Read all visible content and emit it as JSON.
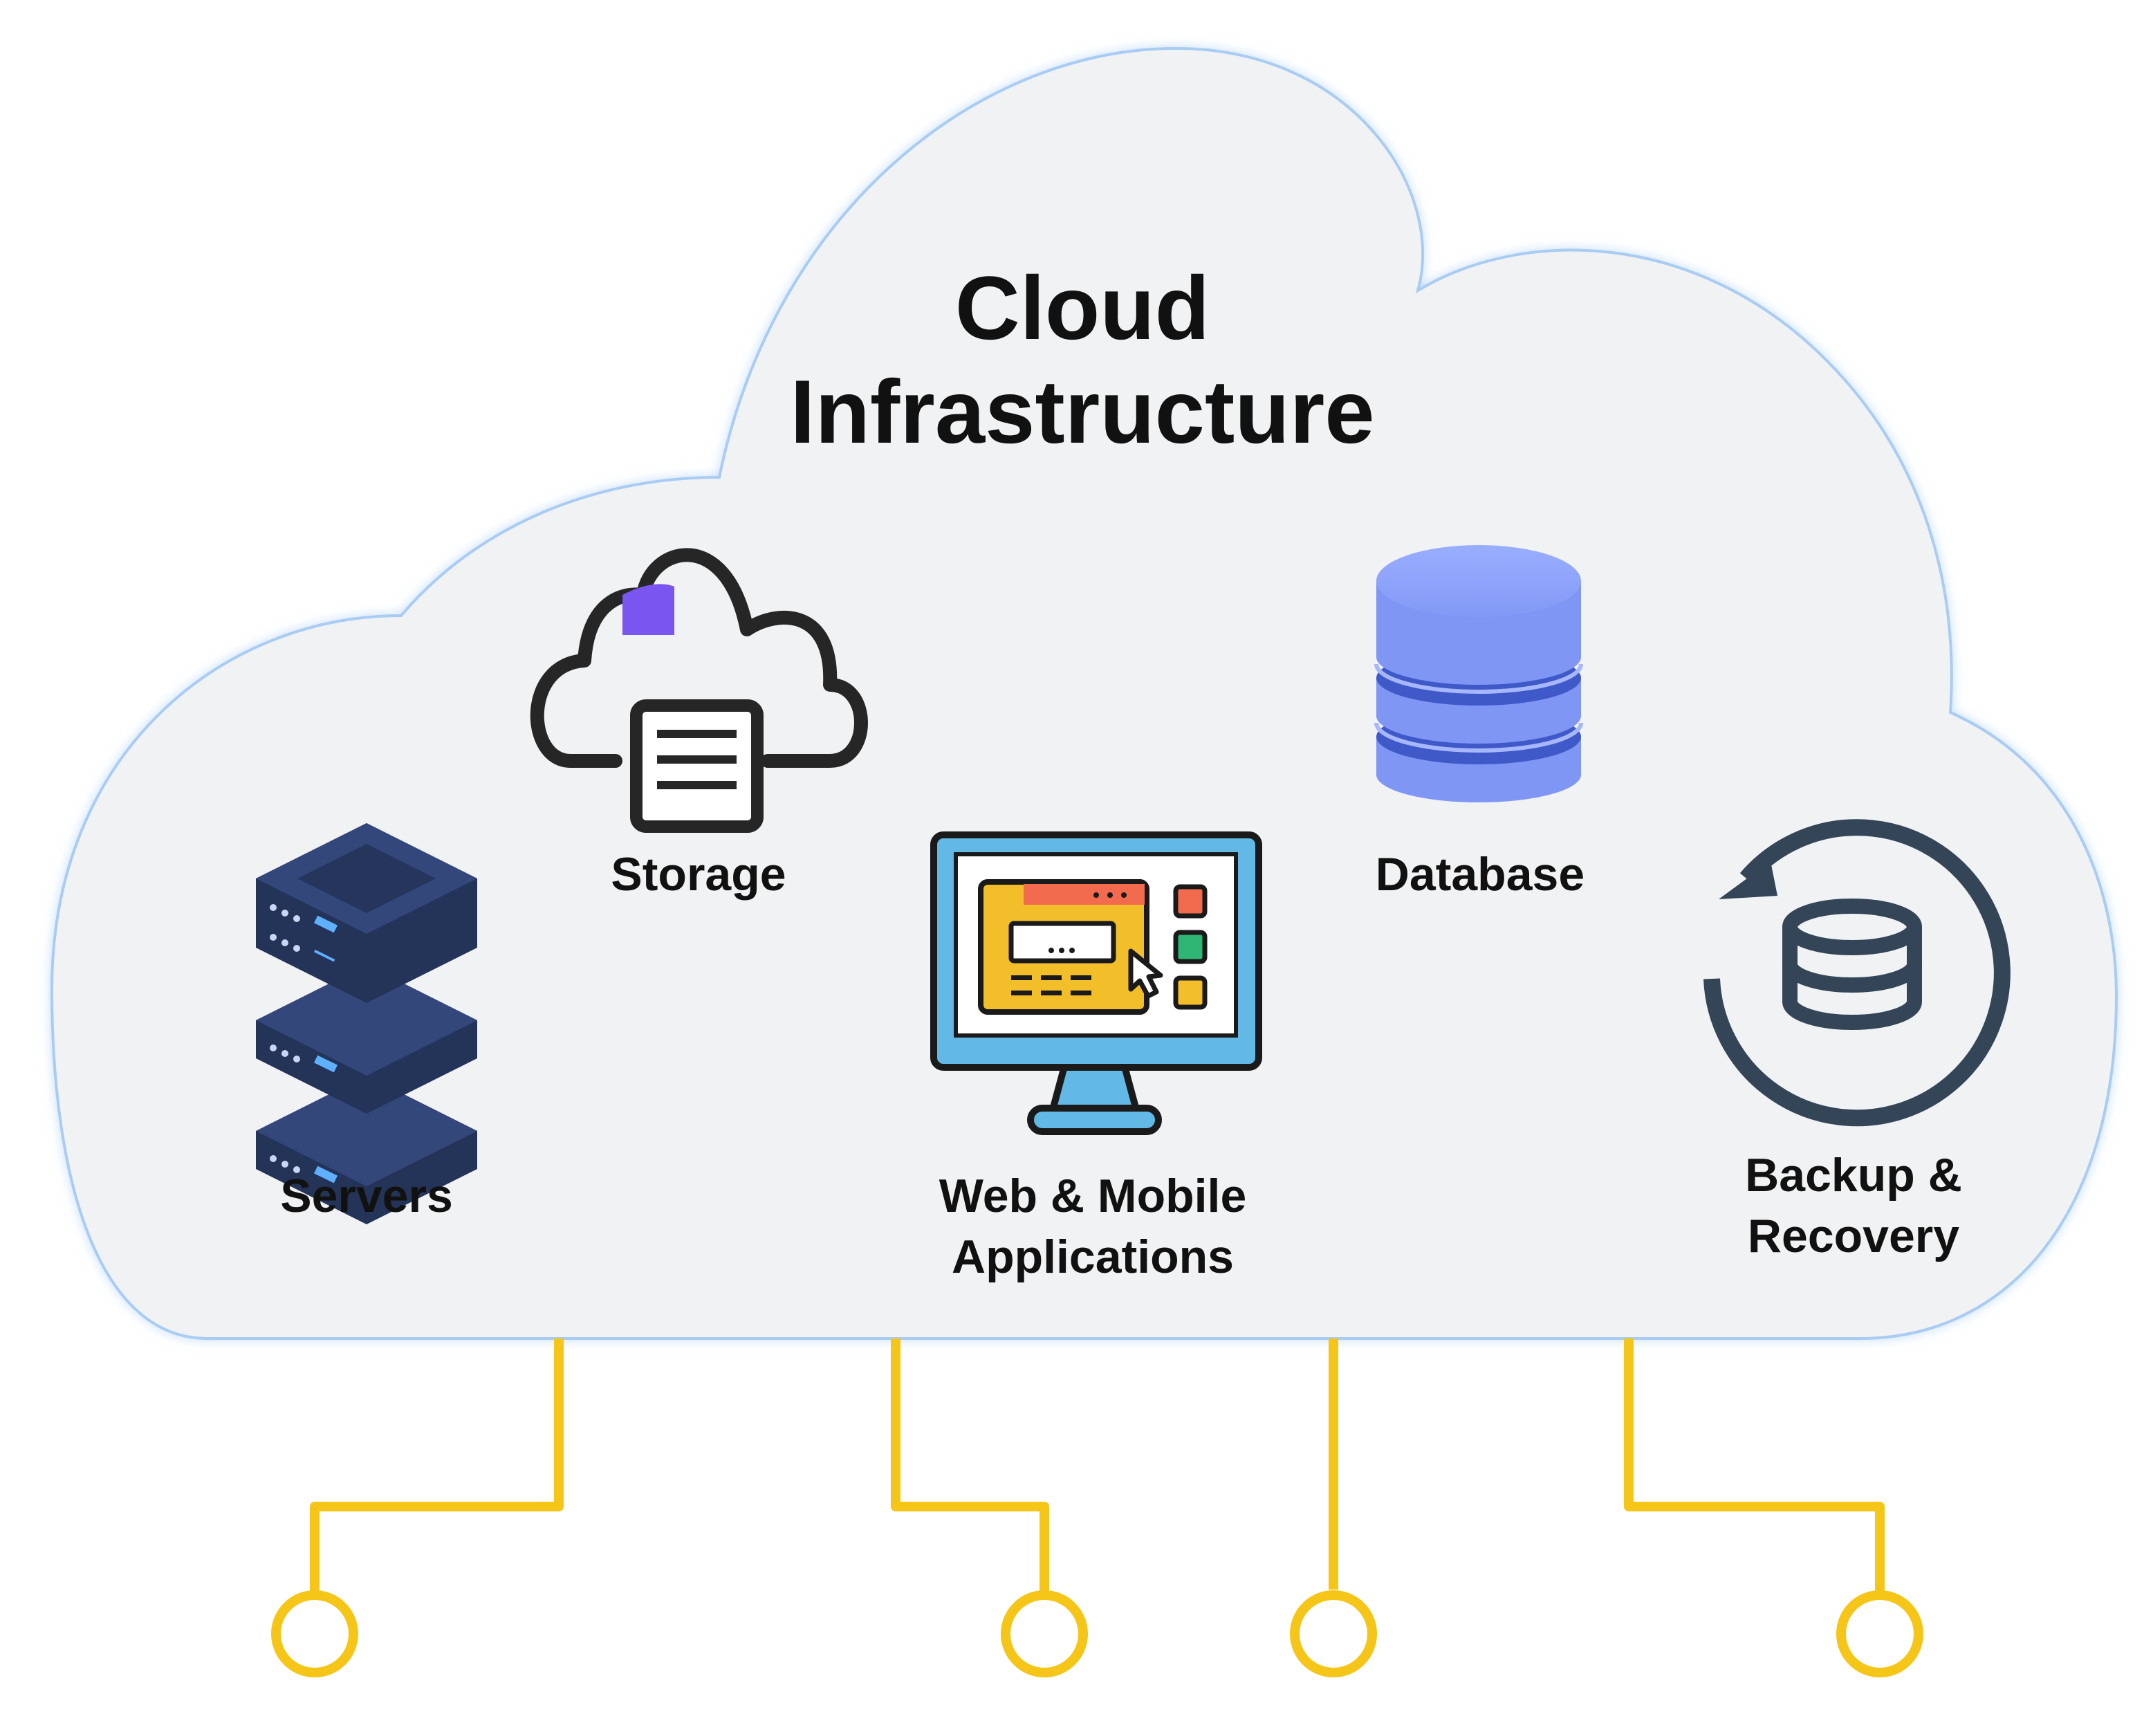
{
  "title": {
    "line1": "Cloud",
    "line2": "Infrastructure"
  },
  "components": {
    "servers": {
      "label": "Servers",
      "icon": "server-stack-icon"
    },
    "storage": {
      "label": "Storage",
      "icon": "cloud-storage-icon"
    },
    "web_apps": {
      "line1": "Web & Mobile",
      "line2": "Applications",
      "icon": "monitor-app-icon"
    },
    "database": {
      "label": "Database",
      "icon": "database-icon"
    },
    "backup": {
      "line1": "Backup &",
      "line2": "Recovery",
      "icon": "backup-recovery-icon"
    }
  },
  "connectors": {
    "count": 4,
    "icon": "connector-node-icon"
  },
  "colors": {
    "cloud_fill": "#f0f2f4",
    "cloud_glow": "#8fbdf0",
    "connector": "#f5c518",
    "server": "#2f3f6e",
    "storage_accent": "#7b55f0",
    "database": "#7f96f5",
    "backup": "#344558",
    "monitor_frame": "#63b9e6",
    "app_window": "#f2be2a"
  }
}
